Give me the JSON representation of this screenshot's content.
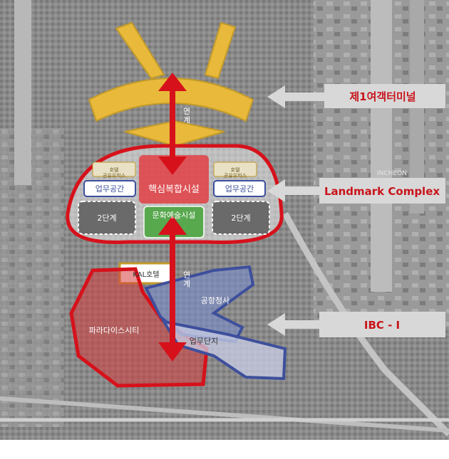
{
  "labels": {
    "terminal1": "제1여객터미널",
    "landmark_complex": "Landmark Complex",
    "ibc1": "IBC - I",
    "core_complex": "핵심복합시설",
    "office_left": "업무공간",
    "office_right": "업무공간",
    "office_upper_left": "호텔\n공유오피스",
    "office_upper_right": "호텔\n공유오피스",
    "phase2_left": "2단계",
    "phase2_right": "2단계",
    "culture_arts": "문화예술시설",
    "link_top": "연\n계",
    "link_bottom": "연\n계",
    "kal_hotel": "KAL호텔",
    "airport_office": "공항청사",
    "paradise_city": "파라다이스시티",
    "business_complex": "업무단지",
    "incheon": "INCHEON"
  },
  "colors": {
    "terminal_gold": "#e8b93a",
    "zone_red": "#d6111b",
    "core_red": "#e0464a",
    "culture_green": "#58a84e",
    "office_blue": "#3d4f9c",
    "airport_blue": "#5f79c7",
    "label_bar": "#d8d8d8",
    "label_text_red": "#c8141b"
  }
}
